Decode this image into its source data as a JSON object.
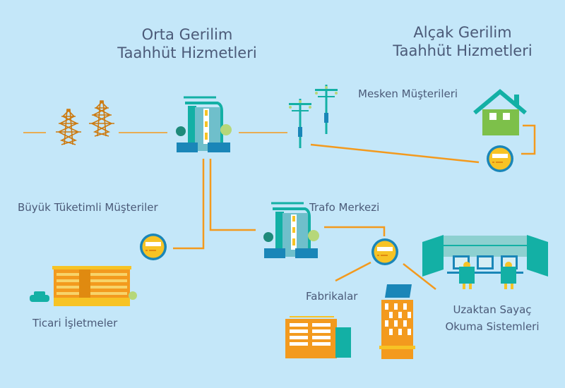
{
  "headings": {
    "medium_voltage": [
      "Orta Gerilim",
      "Taahhüt Hizmetleri"
    ],
    "low_voltage": [
      "Alçak Gerilim",
      "Taahhüt Hizmetleri"
    ]
  },
  "labels": {
    "residential": "Mesken Müşterileri",
    "large_consumers": "Büyük Tüketimli Müşteriler",
    "transformer": "Trafo Merkezi",
    "factories": "Fabrikalar",
    "commercial": "Ticari İşletmeler",
    "remote_reading": [
      "Uzaktan Sayaç",
      "Okuma Sistemleri"
    ]
  },
  "colors": {
    "background": "#c4e7f9",
    "line": "#f39a1e",
    "teal": "#13b0a5",
    "blue": "#1a86b8",
    "yellow": "#f7c325",
    "text": "#4b5a78"
  }
}
